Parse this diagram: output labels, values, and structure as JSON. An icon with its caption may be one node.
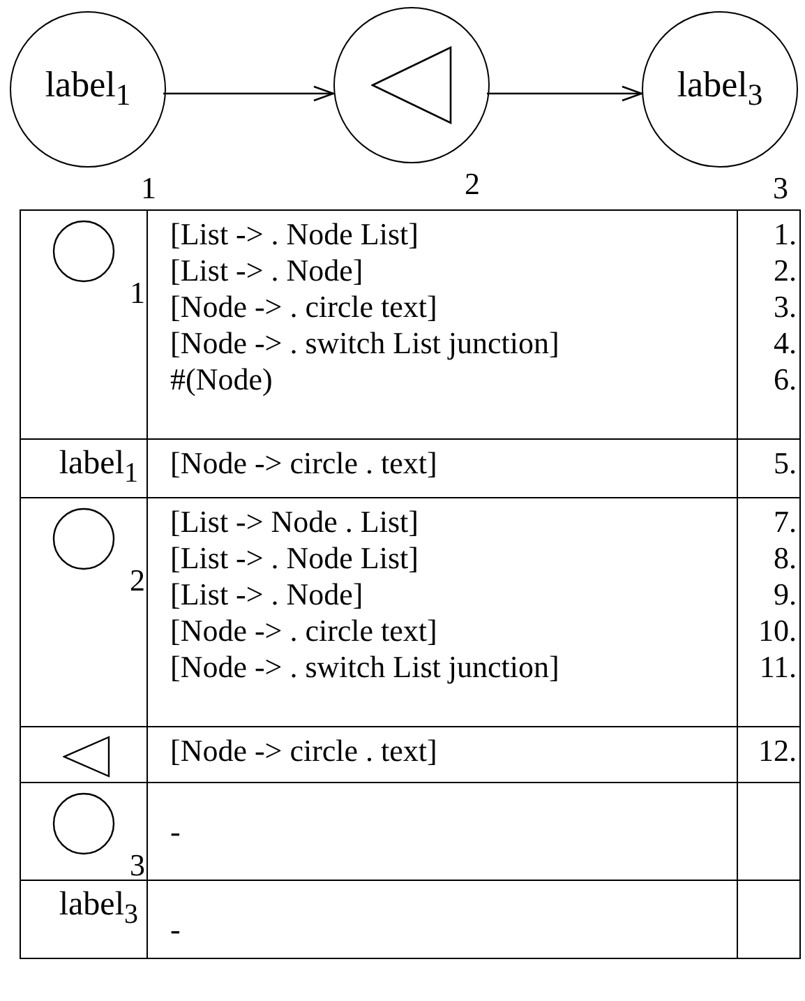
{
  "diagram": {
    "nodes": [
      {
        "text": [
          "label$_{1}$"
        ],
        "beside": [
          "1"
        ]
      },
      {
        "text": [],
        "shape": "circle",
        "beside": [
          "2"
        ]
      },
      {
        "text": [
          "label$_{3}$"
        ],
        "beside": [
          "3"
        ]
      }
    ],
    "edges": [
      {
        "from": 0,
        "to": 1,
        "arrow": "to"
      },
      {
        "from": 1,
        "to": 2,
        "arrow": "to"
      }
    ],
    "labels": [
      "1",
      "[List -> . Node List]",
      "[List -> . Node]",
      "[Node -> . circle text]",
      "[Node -> . switch List junction]",
      "#(Node)",
      "1.",
      "2.",
      "3.",
      "4.",
      "6.",
      "label$_{1}$",
      "[Node -> circle . text]",
      "5.",
      "2",
      "[List -> Node . List]",
      "[List -> . Node List]",
      "[List -> . Node]",
      "[Node -> . circle text]",
      "[Node -> . switch List junction]",
      "7.",
      "8.",
      "9.",
      "10.",
      "11.",
      "[Node -> circle . text]",
      "12.",
      "3",
      "-",
      "label$_{3}$",
      "-"
    ]
  }
}
